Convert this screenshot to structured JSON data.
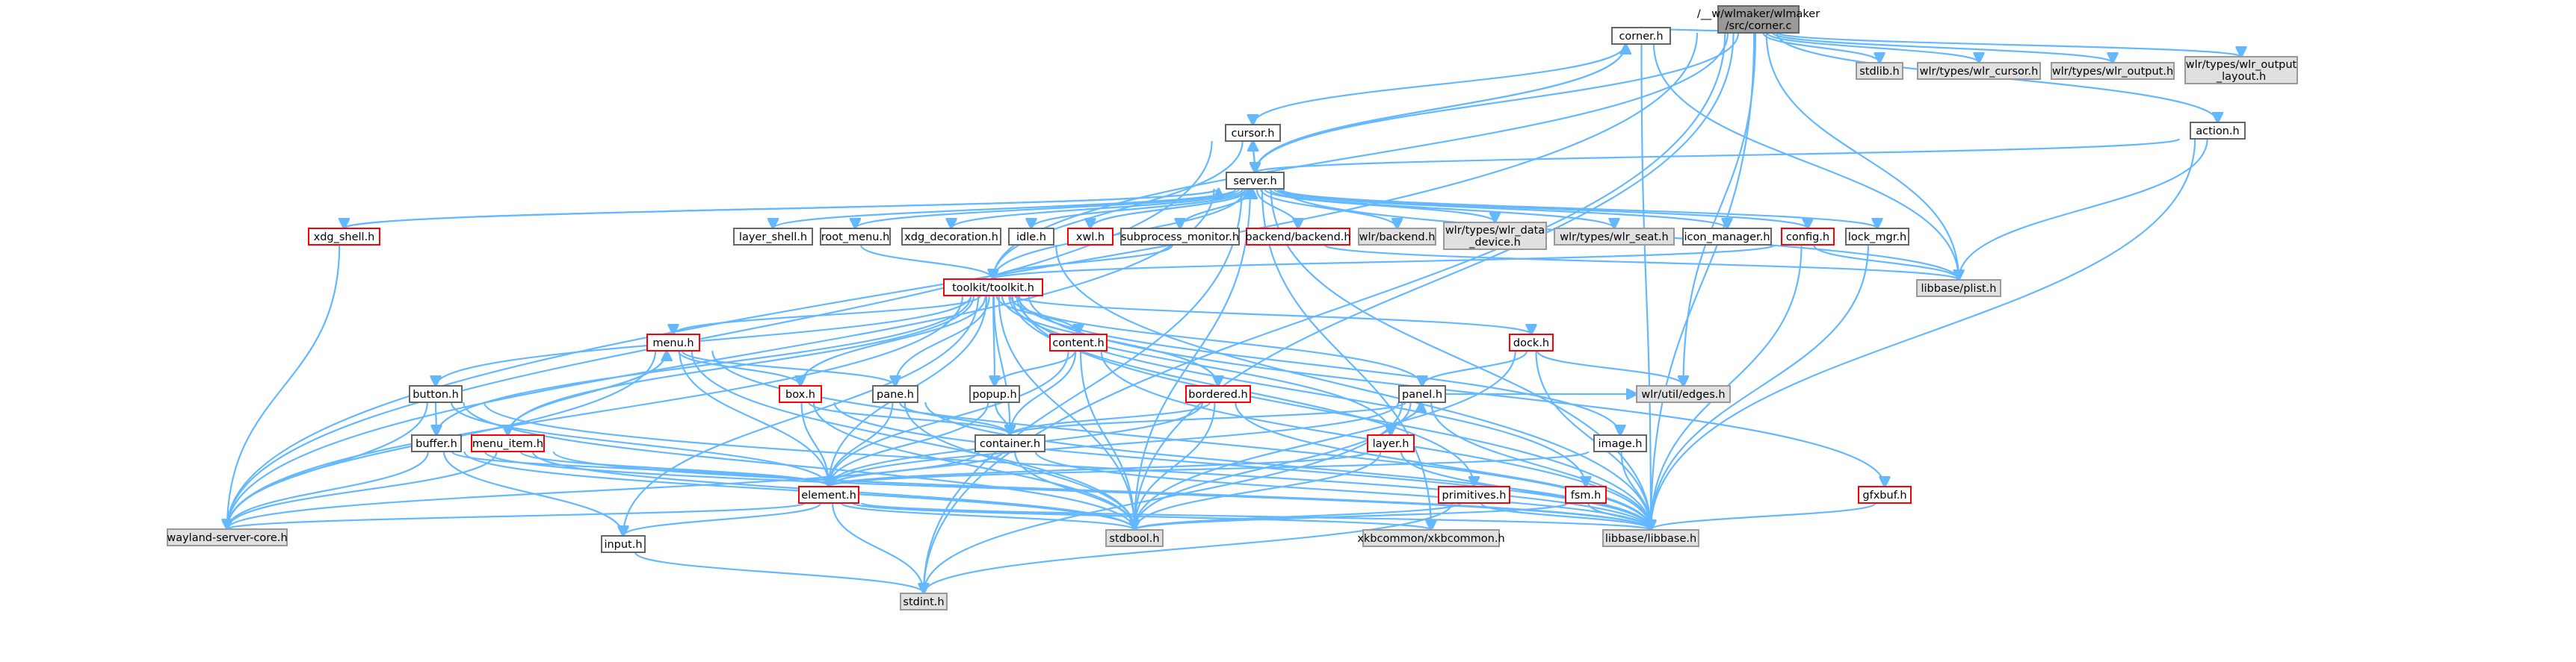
{
  "colors": {
    "edge": "#63b8ff",
    "root_fill": "#999999",
    "root_border": "#666666",
    "white_border": "#666666",
    "red_border": "#ff0000",
    "gray_fill": "#e0e0e0",
    "gray_border": "#999999"
  },
  "nodes": [
    {
      "id": "root",
      "lines": [
        "/__w/wlmaker/wlmaker",
        "/src/corner.c"
      ],
      "style": "root"
    },
    {
      "id": "corner_h",
      "lines": [
        "corner.h"
      ],
      "style": "white"
    },
    {
      "id": "stdlib_h",
      "lines": [
        "stdlib.h"
      ],
      "style": "gray"
    },
    {
      "id": "wlr_cursor_h",
      "lines": [
        "wlr/types/wlr_cursor.h"
      ],
      "style": "gray"
    },
    {
      "id": "wlr_output_h",
      "lines": [
        "wlr/types/wlr_output.h"
      ],
      "style": "gray"
    },
    {
      "id": "wlr_output_layout_h",
      "lines": [
        "wlr/types/wlr_output",
        "_layout.h"
      ],
      "style": "gray"
    },
    {
      "id": "cursor_h",
      "lines": [
        "cursor.h"
      ],
      "style": "white"
    },
    {
      "id": "action_h",
      "lines": [
        "action.h"
      ],
      "style": "white"
    },
    {
      "id": "server_h",
      "lines": [
        "server.h"
      ],
      "style": "white"
    },
    {
      "id": "xdg_shell_h",
      "lines": [
        "xdg_shell.h"
      ],
      "style": "red"
    },
    {
      "id": "layer_shell_h",
      "lines": [
        "layer_shell.h"
      ],
      "style": "white"
    },
    {
      "id": "root_menu_h",
      "lines": [
        "root_menu.h"
      ],
      "style": "white"
    },
    {
      "id": "xdg_decoration_h",
      "lines": [
        "xdg_decoration.h"
      ],
      "style": "white"
    },
    {
      "id": "idle_h",
      "lines": [
        "idle.h"
      ],
      "style": "white"
    },
    {
      "id": "xwl_h",
      "lines": [
        "xwl.h"
      ],
      "style": "red"
    },
    {
      "id": "subprocess_monitor_h",
      "lines": [
        "subprocess_monitor.h"
      ],
      "style": "white"
    },
    {
      "id": "backend_h",
      "lines": [
        "backend/backend.h"
      ],
      "style": "red"
    },
    {
      "id": "wlr_backend_h",
      "lines": [
        "wlr/backend.h"
      ],
      "style": "gray"
    },
    {
      "id": "wlr_data_device_h",
      "lines": [
        "wlr/types/wlr_data",
        "_device.h"
      ],
      "style": "gray"
    },
    {
      "id": "wlr_seat_h",
      "lines": [
        "wlr/types/wlr_seat.h"
      ],
      "style": "gray"
    },
    {
      "id": "icon_manager_h",
      "lines": [
        "icon_manager.h"
      ],
      "style": "white"
    },
    {
      "id": "config_h",
      "lines": [
        "config.h"
      ],
      "style": "red"
    },
    {
      "id": "lock_mgr_h",
      "lines": [
        "lock_mgr.h"
      ],
      "style": "white"
    },
    {
      "id": "libbase_plist_h",
      "lines": [
        "libbase/plist.h"
      ],
      "style": "gray"
    },
    {
      "id": "toolkit_h",
      "lines": [
        "toolkit/toolkit.h"
      ],
      "style": "red"
    },
    {
      "id": "menu_h",
      "lines": [
        "menu.h"
      ],
      "style": "red"
    },
    {
      "id": "content_h",
      "lines": [
        "content.h"
      ],
      "style": "red"
    },
    {
      "id": "dock_h",
      "lines": [
        "dock.h"
      ],
      "style": "red"
    },
    {
      "id": "button_h",
      "lines": [
        "button.h"
      ],
      "style": "white"
    },
    {
      "id": "box_h",
      "lines": [
        "box.h"
      ],
      "style": "red"
    },
    {
      "id": "pane_h",
      "lines": [
        "pane.h"
      ],
      "style": "white"
    },
    {
      "id": "popup_h",
      "lines": [
        "popup.h"
      ],
      "style": "white"
    },
    {
      "id": "bordered_h",
      "lines": [
        "bordered.h"
      ],
      "style": "red"
    },
    {
      "id": "panel_h",
      "lines": [
        "panel.h"
      ],
      "style": "white"
    },
    {
      "id": "wlr_util_edges_h",
      "lines": [
        "wlr/util/edges.h"
      ],
      "style": "gray"
    },
    {
      "id": "buffer_h",
      "lines": [
        "buffer.h"
      ],
      "style": "white"
    },
    {
      "id": "menu_item_h",
      "lines": [
        "menu_item.h"
      ],
      "style": "red"
    },
    {
      "id": "container_h",
      "lines": [
        "container.h"
      ],
      "style": "white"
    },
    {
      "id": "layer_h",
      "lines": [
        "layer.h"
      ],
      "style": "red"
    },
    {
      "id": "image_h",
      "lines": [
        "image.h"
      ],
      "style": "white"
    },
    {
      "id": "element_h",
      "lines": [
        "element.h"
      ],
      "style": "red"
    },
    {
      "id": "primitives_h",
      "lines": [
        "primitives.h"
      ],
      "style": "red"
    },
    {
      "id": "fsm_h",
      "lines": [
        "fsm.h"
      ],
      "style": "red"
    },
    {
      "id": "gfxbuf_h",
      "lines": [
        "gfxbuf.h"
      ],
      "style": "red"
    },
    {
      "id": "wayland_server_core_h",
      "lines": [
        "wayland-server-core.h"
      ],
      "style": "gray"
    },
    {
      "id": "input_h",
      "lines": [
        "input.h"
      ],
      "style": "white"
    },
    {
      "id": "stdbool_h",
      "lines": [
        "stdbool.h"
      ],
      "style": "gray"
    },
    {
      "id": "xkbcommon_h",
      "lines": [
        "xkbcommon/xkbcommon.h"
      ],
      "style": "gray"
    },
    {
      "id": "libbase_h",
      "lines": [
        "libbase/libbase.h"
      ],
      "style": "gray"
    },
    {
      "id": "stdint_h",
      "lines": [
        "stdint.h"
      ],
      "style": "gray"
    }
  ],
  "edges": [
    [
      "root",
      "corner_h"
    ],
    [
      "root",
      "stdlib_h"
    ],
    [
      "root",
      "wlr_cursor_h"
    ],
    [
      "root",
      "wlr_output_h"
    ],
    [
      "root",
      "wlr_output_layout_h"
    ],
    [
      "root",
      "server_h"
    ],
    [
      "root",
      "toolkit_h"
    ],
    [
      "root",
      "libbase_plist_h"
    ],
    [
      "root",
      "libbase_h"
    ],
    [
      "root",
      "wayland_server_core_h"
    ],
    [
      "root",
      "stdint_h"
    ],
    [
      "root",
      "action_h"
    ],
    [
      "root",
      "wlr_util_edges_h"
    ],
    [
      "root",
      "stdbool_h"
    ],
    [
      "corner_h",
      "cursor_h"
    ],
    [
      "corner_h",
      "server_h"
    ],
    [
      "corner_h",
      "libbase_plist_h"
    ],
    [
      "corner_h",
      "libbase_h"
    ],
    [
      "cursor_h",
      "server_h"
    ],
    [
      "cursor_h",
      "wayland_server_core_h"
    ],
    [
      "cursor_h",
      "toolkit_h"
    ],
    [
      "action_h",
      "server_h"
    ],
    [
      "action_h",
      "libbase_plist_h"
    ],
    [
      "action_h",
      "libbase_h"
    ],
    [
      "server_h",
      "corner_h"
    ],
    [
      "server_h",
      "cursor_h"
    ],
    [
      "server_h",
      "xdg_shell_h"
    ],
    [
      "server_h",
      "layer_shell_h"
    ],
    [
      "server_h",
      "root_menu_h"
    ],
    [
      "server_h",
      "xdg_decoration_h"
    ],
    [
      "server_h",
      "idle_h"
    ],
    [
      "server_h",
      "xwl_h"
    ],
    [
      "server_h",
      "subprocess_monitor_h"
    ],
    [
      "server_h",
      "backend_h"
    ],
    [
      "server_h",
      "wlr_backend_h"
    ],
    [
      "server_h",
      "wlr_data_device_h"
    ],
    [
      "server_h",
      "wlr_seat_h"
    ],
    [
      "server_h",
      "icon_manager_h"
    ],
    [
      "server_h",
      "config_h"
    ],
    [
      "server_h",
      "lock_mgr_h"
    ],
    [
      "server_h",
      "libbase_plist_h"
    ],
    [
      "server_h",
      "toolkit_h"
    ],
    [
      "server_h",
      "wayland_server_core_h"
    ],
    [
      "server_h",
      "libbase_h"
    ],
    [
      "server_h",
      "stdint_h"
    ],
    [
      "server_h",
      "xkbcommon_h"
    ],
    [
      "server_h",
      "stdbool_h"
    ],
    [
      "xdg_shell_h",
      "server_h"
    ],
    [
      "xdg_shell_h",
      "wayland_server_core_h"
    ],
    [
      "xwl_h",
      "server_h"
    ],
    [
      "subprocess_monitor_h",
      "server_h"
    ],
    [
      "root_menu_h",
      "toolkit_h"
    ],
    [
      "idle_h",
      "libbase_h"
    ],
    [
      "subprocess_monitor_h",
      "toolkit_h"
    ],
    [
      "backend_h",
      "libbase_plist_h"
    ],
    [
      "config_h",
      "libbase_plist_h"
    ],
    [
      "config_h",
      "libbase_h"
    ],
    [
      "config_h",
      "toolkit_h"
    ],
    [
      "lock_mgr_h",
      "libbase_h"
    ],
    [
      "toolkit_h",
      "menu_h"
    ],
    [
      "toolkit_h",
      "content_h"
    ],
    [
      "toolkit_h",
      "dock_h"
    ],
    [
      "toolkit_h",
      "button_h"
    ],
    [
      "toolkit_h",
      "box_h"
    ],
    [
      "toolkit_h",
      "pane_h"
    ],
    [
      "toolkit_h",
      "popup_h"
    ],
    [
      "toolkit_h",
      "bordered_h"
    ],
    [
      "toolkit_h",
      "panel_h"
    ],
    [
      "toolkit_h",
      "buffer_h"
    ],
    [
      "toolkit_h",
      "menu_item_h"
    ],
    [
      "toolkit_h",
      "container_h"
    ],
    [
      "toolkit_h",
      "layer_h"
    ],
    [
      "toolkit_h",
      "image_h"
    ],
    [
      "toolkit_h",
      "element_h"
    ],
    [
      "toolkit_h",
      "primitives_h"
    ],
    [
      "toolkit_h",
      "fsm_h"
    ],
    [
      "toolkit_h",
      "gfxbuf_h"
    ],
    [
      "toolkit_h",
      "input_h"
    ],
    [
      "toolkit_h",
      "wayland_server_core_h"
    ],
    [
      "toolkit_h",
      "libbase_h"
    ],
    [
      "toolkit_h",
      "stdbool_h"
    ],
    [
      "menu_h",
      "box_h"
    ],
    [
      "menu_h",
      "pane_h"
    ],
    [
      "menu_h",
      "menu_item_h"
    ],
    [
      "menu_h",
      "element_h"
    ],
    [
      "menu_h",
      "wayland_server_core_h"
    ],
    [
      "menu_h",
      "stdbool_h"
    ],
    [
      "menu_h",
      "libbase_h"
    ],
    [
      "content_h",
      "popup_h"
    ],
    [
      "content_h",
      "container_h"
    ],
    [
      "content_h",
      "element_h"
    ],
    [
      "content_h",
      "stdbool_h"
    ],
    [
      "content_h",
      "libbase_h"
    ],
    [
      "dock_h",
      "panel_h"
    ],
    [
      "dock_h",
      "wlr_util_edges_h"
    ],
    [
      "dock_h",
      "libbase_h"
    ],
    [
      "dock_h",
      "stdbool_h"
    ],
    [
      "button_h",
      "buffer_h"
    ],
    [
      "button_h",
      "element_h"
    ],
    [
      "button_h",
      "wayland_server_core_h"
    ],
    [
      "button_h",
      "stdbool_h"
    ],
    [
      "button_h",
      "libbase_h"
    ],
    [
      "box_h",
      "container_h"
    ],
    [
      "box_h",
      "element_h"
    ],
    [
      "box_h",
      "stdbool_h"
    ],
    [
      "box_h",
      "libbase_h"
    ],
    [
      "pane_h",
      "container_h"
    ],
    [
      "pane_h",
      "element_h"
    ],
    [
      "pane_h",
      "stdbool_h"
    ],
    [
      "pane_h",
      "libbase_h"
    ],
    [
      "popup_h",
      "container_h"
    ],
    [
      "popup_h",
      "element_h"
    ],
    [
      "bordered_h",
      "container_h"
    ],
    [
      "bordered_h",
      "element_h"
    ],
    [
      "bordered_h",
      "stdbool_h"
    ],
    [
      "bordered_h",
      "libbase_h"
    ],
    [
      "panel_h",
      "container_h"
    ],
    [
      "panel_h",
      "layer_h"
    ],
    [
      "panel_h",
      "element_h"
    ],
    [
      "panel_h",
      "wlr_util_edges_h"
    ],
    [
      "panel_h",
      "libbase_h"
    ],
    [
      "panel_h",
      "stdbool_h"
    ],
    [
      "panel_h",
      "stdint_h"
    ],
    [
      "buffer_h",
      "element_h"
    ],
    [
      "buffer_h",
      "input_h"
    ],
    [
      "buffer_h",
      "wayland_server_core_h"
    ],
    [
      "buffer_h",
      "stdbool_h"
    ],
    [
      "buffer_h",
      "libbase_h"
    ],
    [
      "menu_item_h",
      "menu_h"
    ],
    [
      "menu_item_h",
      "element_h"
    ],
    [
      "menu_item_h",
      "wayland_server_core_h"
    ],
    [
      "menu_item_h",
      "libbase_h"
    ],
    [
      "menu_item_h",
      "stdbool_h"
    ],
    [
      "container_h",
      "element_h"
    ],
    [
      "container_h",
      "stdbool_h"
    ],
    [
      "container_h",
      "wayland_server_core_h"
    ],
    [
      "container_h",
      "libbase_h"
    ],
    [
      "layer_h",
      "panel_h"
    ],
    [
      "layer_h",
      "element_h"
    ],
    [
      "layer_h",
      "libbase_h"
    ],
    [
      "layer_h",
      "stdbool_h"
    ],
    [
      "image_h",
      "element_h"
    ],
    [
      "image_h",
      "libbase_h"
    ],
    [
      "element_h",
      "input_h"
    ],
    [
      "element_h",
      "stdbool_h"
    ],
    [
      "element_h",
      "stdint_h"
    ],
    [
      "element_h",
      "libbase_h"
    ],
    [
      "element_h",
      "wayland_server_core_h"
    ],
    [
      "element_h",
      "xkbcommon_h"
    ],
    [
      "primitives_h",
      "libbase_h"
    ],
    [
      "primitives_h",
      "stdbool_h"
    ],
    [
      "primitives_h",
      "stdint_h"
    ],
    [
      "fsm_h",
      "stdbool_h"
    ],
    [
      "fsm_h",
      "libbase_h"
    ],
    [
      "gfxbuf_h",
      "libbase_h"
    ],
    [
      "input_h",
      "stdint_h"
    ]
  ]
}
